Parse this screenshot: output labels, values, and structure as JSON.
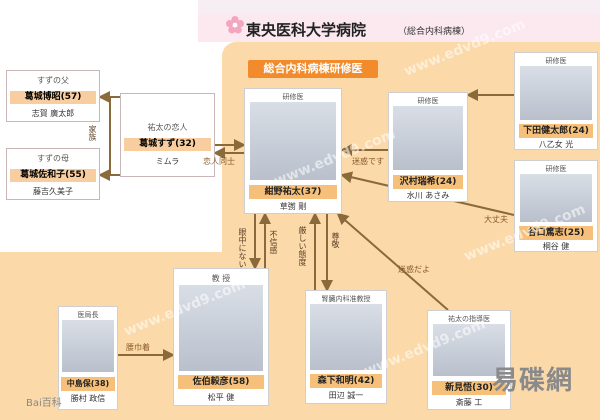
{
  "header": {
    "title": "東央医科大学病院",
    "subtitle": "（総合内科病棟）"
  },
  "tag": "総合内科病棟研修医",
  "family": {
    "father": {
      "role": "すずの父",
      "name": "葛城博昭(57)",
      "actor": "志賀 廣太郎"
    },
    "mother": {
      "role": "すずの母",
      "name": "葛城佐和子(55)",
      "actor": "藤吉久美子"
    },
    "label": "家族"
  },
  "lover": {
    "role": "祐太の恋人",
    "name": "葛城すず(32)",
    "actor": "ミムラ"
  },
  "main": {
    "role": "研修医",
    "name": "紺野祐太(37)",
    "actor": "草彅 剛"
  },
  "sawamura": {
    "role": "研修医",
    "name": "沢村瑞希(24)",
    "actor": "水川 あさみ"
  },
  "shimoda": {
    "role": "研修医",
    "name": "下田健太郎(24)",
    "actor": "八乙女 光"
  },
  "taniguchi": {
    "role": "研修医",
    "name": "谷口篤志(25)",
    "actor": "桐谷 健"
  },
  "saeki": {
    "role": "教 授",
    "name": "佐伯毅彦(58)",
    "actor": "松平 健"
  },
  "morishita": {
    "role": "腎臓内科准教授",
    "name": "森下和明(42)",
    "actor": "田辺 誠一"
  },
  "niimi": {
    "role": "祐太の指導医",
    "name": "新見悟(30)",
    "actor": "斎藤 工"
  },
  "nakajima": {
    "role": "医局長",
    "name": "中島保(38)",
    "actor": "勝村 政信"
  },
  "relations": {
    "lovers": "恋人同士",
    "meiwaku1": "迷惑です",
    "daijoubu": "大丈夫",
    "meiwaku2": "迷惑だよ",
    "fushin": "不信感",
    "hanshi": "眼中にない",
    "kibishii": "厳しい態度",
    "sonkei": "尊敬",
    "koshiginchaku": "腰巾着"
  },
  "watermark": "www.edvd9.com",
  "brand": "易碟網",
  "baidu": "Bai百科",
  "colors": {
    "peach": "#fbd9a8",
    "orange": "#f18b2b",
    "arrow": "#8a6a3a",
    "nameplate": "#f6c07a"
  }
}
